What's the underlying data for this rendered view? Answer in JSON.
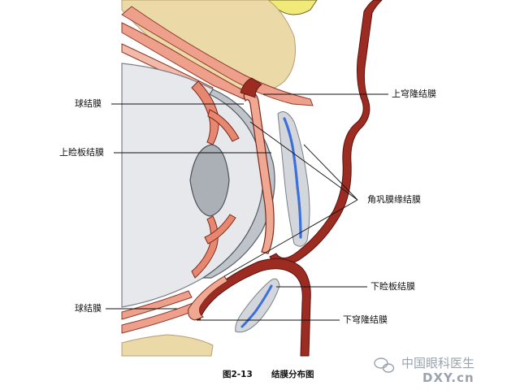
{
  "labels": {
    "bulbar_conjunctiva_upper": "球结膜",
    "superior_fornix": "上穹隆结膜",
    "upper_tarsal": "上睑板结膜",
    "limbal": "角巩膜缘结膜",
    "lower_tarsal": "下睑板结膜",
    "bulbar_conjunctiva_lower": "球结膜",
    "inferior_fornix": "下穹隆结膜"
  },
  "caption": {
    "figure_number": "图2-13",
    "title": "结膜分布图"
  },
  "watermark": {
    "text": "中国眼科医生",
    "site": "DXY.cn"
  }
}
